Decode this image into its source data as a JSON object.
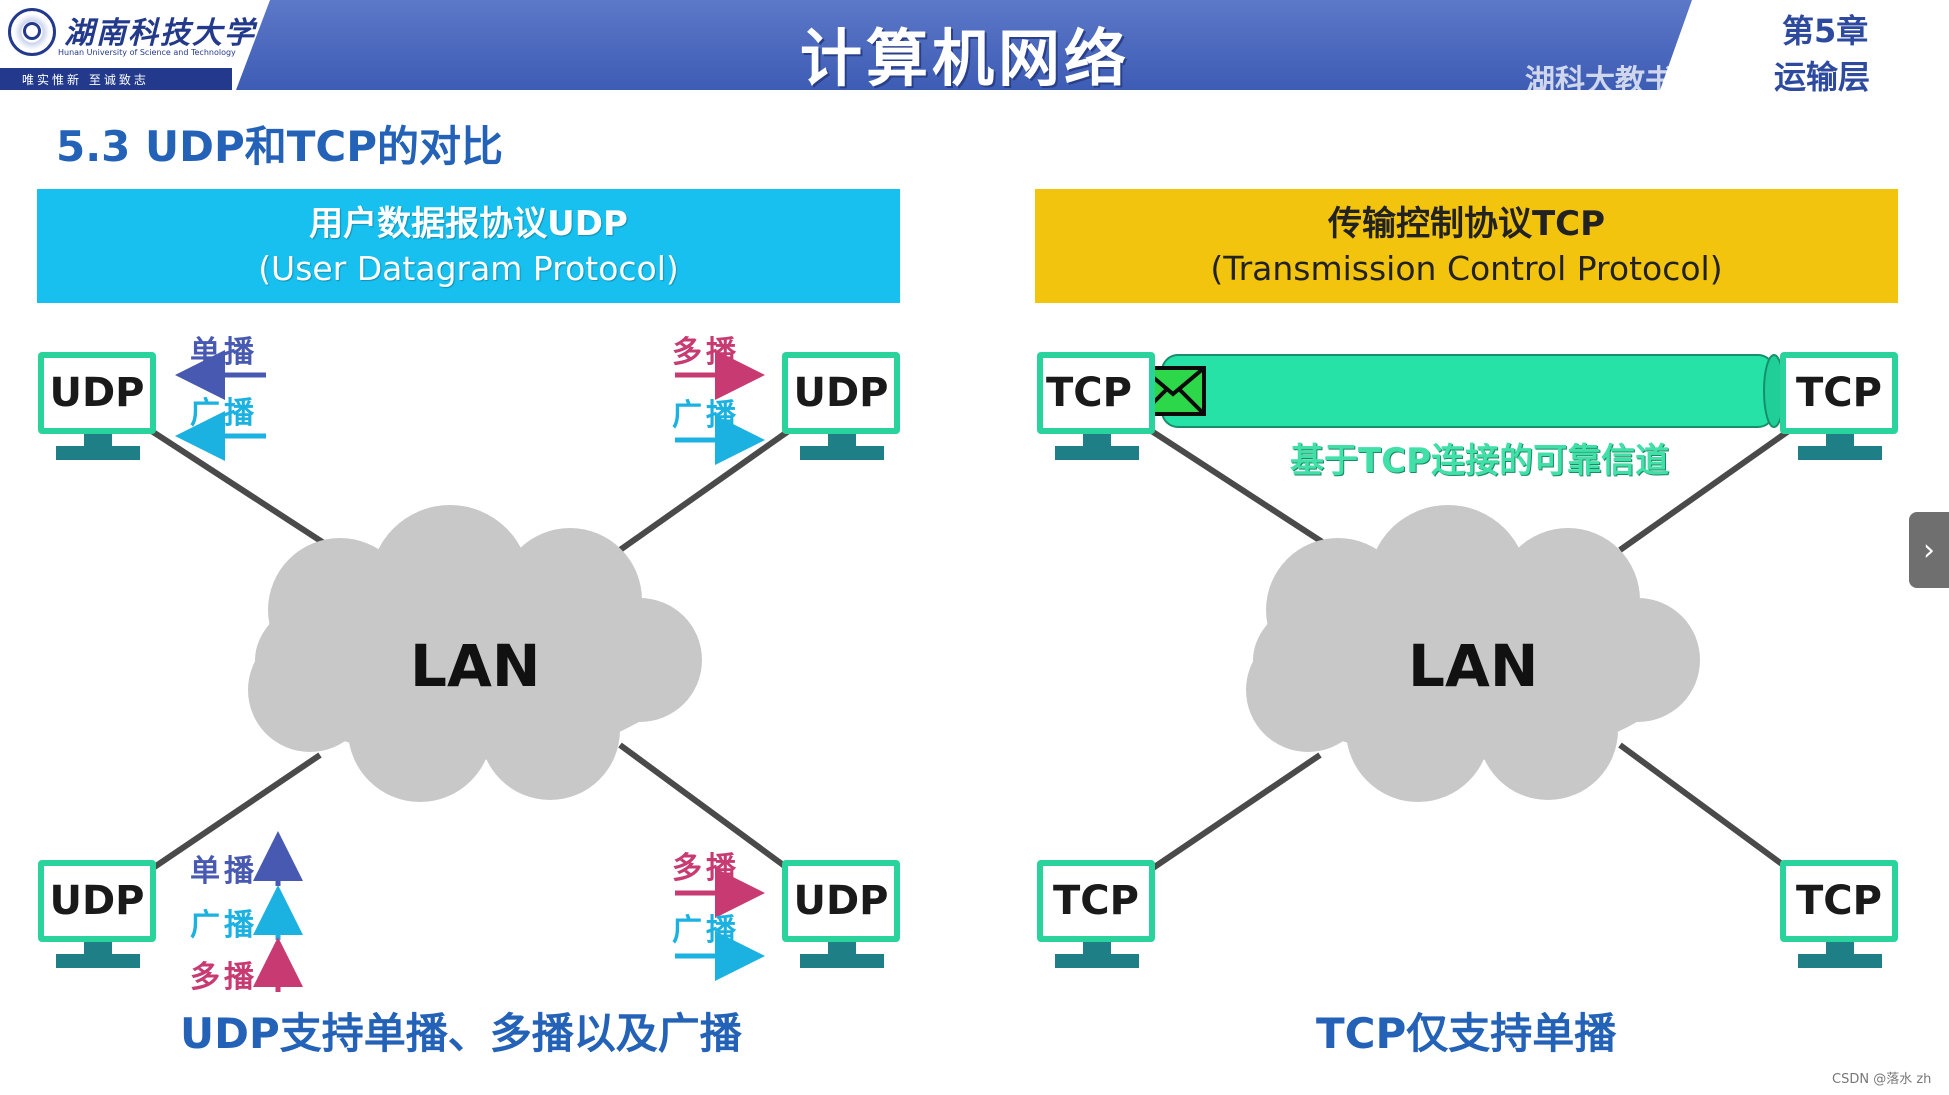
{
  "header": {
    "school_cn": "湖南科技大学",
    "school_en": "Hunan University of Science and Technology",
    "motto": "唯实惟新  至诚致志",
    "course_title": "计算机网络",
    "chapter": "第5章",
    "chapter_sub": "运输层",
    "watermark": "湖科大教书匠"
  },
  "section_title": "5.3 UDP和TCP的对比",
  "udp_panel": {
    "banner_line1": "用户数据报协议UDP",
    "banner_line2": "(User Datagram Protocol)",
    "pc_label": "UDP",
    "cloud_label": "LAN",
    "unicast": "单播",
    "broadcast": "广播",
    "multicast": "多播",
    "caption": "UDP支持单播、多播以及广播"
  },
  "tcp_panel": {
    "banner_line1": "传输控制协议TCP",
    "banner_line2": "(Transmission Control Protocol)",
    "pc_label": "TCP",
    "cloud_label": "LAN",
    "channel_label": "基于TCP连接的可靠信道",
    "caption": "TCP仅支持单播"
  },
  "nav": {
    "next_icon": "chevron-right-icon",
    "glyph": "›"
  },
  "credit": "CSDN @落水 zh",
  "colors": {
    "header_blue": "#4562bc",
    "udp_banner": "#17c0ee",
    "tcp_banner": "#f3c40e",
    "pc_frame": "#2ad39b",
    "pc_stand": "#1f7f86",
    "channel": "#26e2a6",
    "title_blue": "#2462b8",
    "unicast_arrow": "#4759b0",
    "broadcast_arrow": "#1bb1e0",
    "multicast_arrow": "#c73a72",
    "cloud": "#c8c8c8"
  }
}
